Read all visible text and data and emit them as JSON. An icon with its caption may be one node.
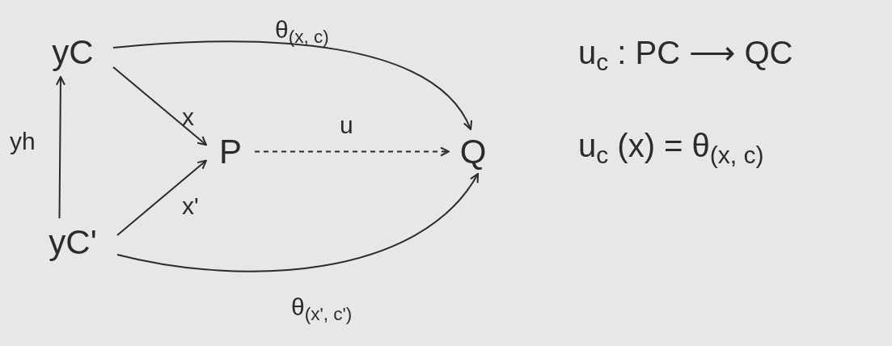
{
  "diagram": {
    "nodes": [
      {
        "text": [
          "yC"
        ]
      },
      {
        "text": [
          "P"
        ]
      },
      {
        "text": [
          "Q"
        ]
      },
      {
        "text": [
          "yC'"
        ]
      }
    ],
    "edges": [
      {
        "from": 0,
        "to": 2,
        "arrow": "to",
        "label": "θ$_{(x, c)}$"
      },
      {
        "from": 0,
        "to": 1,
        "arrow": "to",
        "label": "x"
      },
      {
        "from": 3,
        "to": 1,
        "arrow": "to",
        "label": "x'"
      },
      {
        "from": 1,
        "to": 2,
        "arrow": "to",
        "label": "u",
        "style": "dashed"
      },
      {
        "from": 3,
        "to": 0,
        "arrow": "to",
        "label": "yh"
      },
      {
        "from": 3,
        "to": 2,
        "arrow": "to",
        "label": "θ$_{(x', c')}$"
      }
    ],
    "labels": [
      "u$_{c}$ : PC ⟶ QC",
      "u$_{c}$ (x) = θ$_{(x, c)}$"
    ]
  }
}
